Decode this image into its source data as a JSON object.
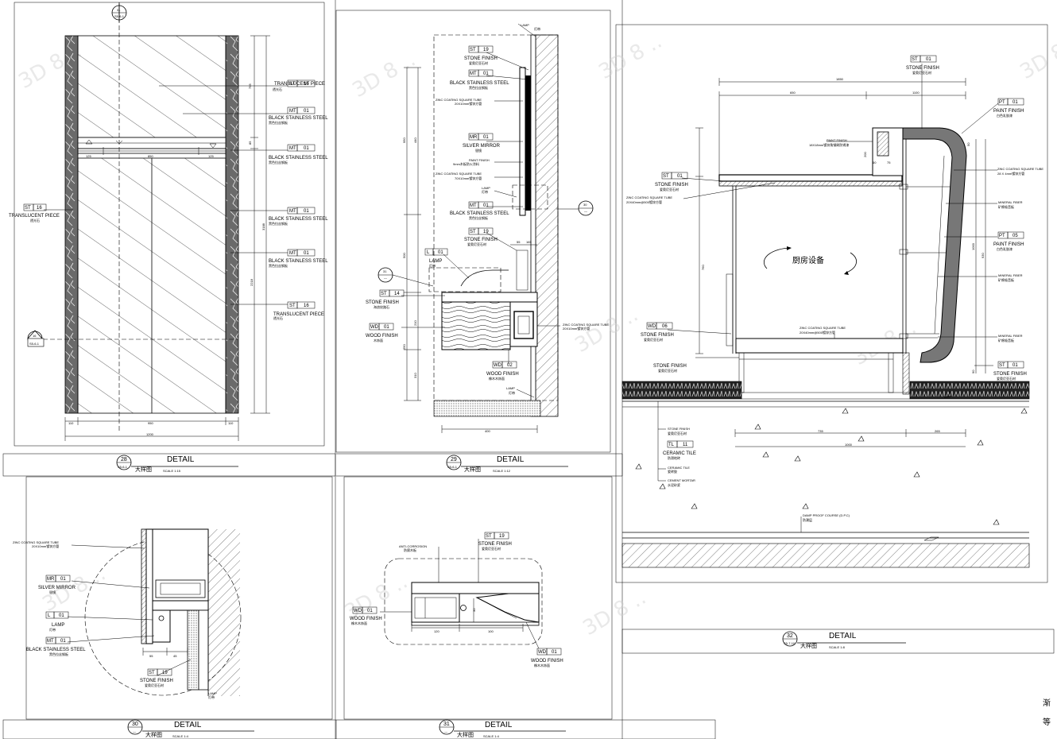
{
  "watermark": "3D 8 ..",
  "side_mark": [
    "渐",
    "等"
  ],
  "details": {
    "d28": {
      "num": "28",
      "sub": "S5-6-1",
      "cn": "大样图",
      "title": "DETAIL",
      "scale": "SCALE 1:15"
    },
    "d29": {
      "num": "29",
      "sub": "S5-6-1",
      "cn": "大样图",
      "title": "DETAIL",
      "scale": "SCALE 1:12"
    },
    "d30": {
      "num": "30",
      "sub": "—",
      "cn": "大样图",
      "title": "DETAIL",
      "scale": "SCALE 1:4"
    },
    "d31": {
      "num": "31",
      "sub": "—",
      "cn": "大样图",
      "title": "DETAIL",
      "scale": "SCALE 1:4"
    },
    "d32": {
      "num": "32",
      "sub": "S5-7-10",
      "cn": "大样图",
      "title": "DETAIL",
      "scale": "SCALE 1:8"
    }
  },
  "sec_markers": {
    "top28": {
      "num": "31",
      "sub": "S5-6-1"
    },
    "left28": {
      "num": "16",
      "sub": "S5-6-1"
    },
    "m29": {
      "num": "31",
      "sub": "—"
    },
    "m30": {
      "num": "30",
      "sub": "—"
    }
  },
  "labels28": {
    "l1": {
      "code": "ST",
      "no": "16",
      "en": "TRANSLUCENT PIECE",
      "cn": "透光石"
    },
    "l2": {
      "code": "MT",
      "no": "01",
      "en": "BLACK STAINLESS STEEL",
      "cn": "黑色拉丝钢板"
    },
    "l3": {
      "code": "MT",
      "no": "01",
      "en": "BLACK STAINLESS STEEL",
      "cn": "黑色拉丝钢板"
    },
    "l4": {
      "code": "MT",
      "no": "01",
      "en": "BLACK STAINLESS STEEL",
      "cn": "黑色拉丝钢板"
    },
    "l5": {
      "code": "MT",
      "no": "01",
      "en": "BLACK STAINLESS STEEL",
      "cn": "黑色拉丝钢板"
    },
    "l6": {
      "code": "ST",
      "no": "16",
      "en": "TRANSLUCENT PIECE",
      "cn": "透光石"
    },
    "left": {
      "code": "ST",
      "no": "16",
      "en": "TRANSLUCENT PIECE",
      "cn": "透光石"
    }
  },
  "dims28": {
    "d795": "795",
    "d85": "85",
    "d3188": "3188",
    "d2218": "2218",
    "d125a": "125",
    "d850": "850",
    "d125b": "125",
    "d110a": "110",
    "d950": "950",
    "d110b": "110",
    "d1200": "1200"
  },
  "labels29": {
    "lamp_top": {
      "en": "LAMP",
      "cn": "灯带"
    },
    "stone1": {
      "code": "ST",
      "no": "19",
      "en": "STONE FINISH",
      "cn": "爱奥尼亚石材"
    },
    "mt1": {
      "code": "MT",
      "no": "01",
      "en": "BLACK STAINLESS STEEL",
      "cn": "黑色拉丝钢板"
    },
    "zinc1": {
      "en": "ZINC COATING SQUARE TUBE",
      "cn": "20X10mm镀锌方管"
    },
    "mr": {
      "code": "MR",
      "no": "01",
      "en": "SILVER MIRROR",
      "cn": "银镜"
    },
    "paint": {
      "en": "PAINT FINISH",
      "cn": "9mm木板防火涂料"
    },
    "zinc2": {
      "en": "ZINC COATING SQUARE TUBE",
      "cn": "70X10mm镀锌方管"
    },
    "lamp2": {
      "en": "LAMP",
      "cn": "灯带"
    },
    "mt2": {
      "code": "MT",
      "no": "01",
      "en": "BLACK STAINLESS STEEL",
      "cn": "黑色拉丝钢板"
    },
    "stone2": {
      "code": "ST",
      "no": "19",
      "en": "STONE FINISH",
      "cn": "爱奥尼亚石材"
    },
    "lamp3": {
      "code": "L",
      "no": "01",
      "en": "LAMP",
      "cn": "灯带"
    },
    "stone3": {
      "code": "ST",
      "no": "14",
      "en": "STONE FINISH",
      "cn": "海浪纹路石"
    },
    "wood1": {
      "code": "WD",
      "no": "01",
      "en": "WOOD FINISH",
      "cn": "木饰面"
    },
    "zinc3": {
      "en": "ZINC COATING SQUARE TUBE",
      "cn": "20X10mm镀锌方管"
    },
    "wood2": {
      "code": "WD",
      "no": "02",
      "en": "WOOD FINISH",
      "cn": "橡木木饰面"
    },
    "lamp4": {
      "en": "LAMP",
      "cn": "灯带"
    }
  },
  "dims29": {
    "d950": "950",
    "d440": "440",
    "d500": "500",
    "d210": "210",
    "d250": "250",
    "d310": "310",
    "d55": "55",
    "d165": "165",
    "d400": "400"
  },
  "labels30": {
    "zinc": {
      "en": "ZINC COATING SQUARE TUBE",
      "cn": "20X10mm镀锌方管"
    },
    "mr": {
      "code": "MR",
      "no": "01",
      "en": "SILVER MIRROR",
      "cn": "银镜"
    },
    "lamp": {
      "code": "L",
      "no": "01",
      "en": "LAMP",
      "cn": "灯带"
    },
    "mt": {
      "code": "MT",
      "no": "01",
      "en": "BLACK STAINLESS STEEL",
      "cn": "黑色拉丝钢板"
    },
    "stone": {
      "code": "ST",
      "no": "19",
      "en": "STONE FINISH",
      "cn": "爱奥尼亚石材"
    },
    "lamp_b": {
      "en": "LAMP",
      "cn": "灯带"
    }
  },
  "dims30": {
    "d55": "55",
    "d45": "45"
  },
  "labels31": {
    "anti": {
      "en": "ANTI-CORROSION",
      "cn": "防腐木板"
    },
    "stone": {
      "code": "ST",
      "no": "19",
      "en": "STONE FINISH",
      "cn": "爱奥尼亚石材"
    },
    "wood1": {
      "code": "WD",
      "no": "01",
      "en": "WOOD FINISH",
      "cn": "橡木木饰面"
    },
    "wood2": {
      "code": "WD",
      "no": "01",
      "en": "WOOD FINISH",
      "cn": "橡木木饰面"
    }
  },
  "dims31": {
    "d120": "120",
    "d100": "100",
    "d30": "30"
  },
  "labels32": {
    "st_top": {
      "code": "ST",
      "no": "01",
      "en": "STONE FINISH",
      "cn": "爱奥尼亚石材"
    },
    "pt1": {
      "code": "PT",
      "no": "01",
      "en": "PAINT FINISH",
      "cn": "白色乳胶漆"
    },
    "paint_in": {
      "en": "PAINT FINISH",
      "cn": "18X18mm镀锌角钢刷防锈漆"
    },
    "zinc_r": {
      "en": "ZINC COATING SQUARE TUBE",
      "cn": "28 X 4mm镀锌方管"
    },
    "st_left": {
      "code": "ST",
      "no": "01",
      "en": "STONE FINISH",
      "cn": "爱奥尼亚石材"
    },
    "zinc_l": {
      "en": "ZINC COATING SQUARE TUBE",
      "cn": "20X40mm@500镀锌方管"
    },
    "mineral1": {
      "en": "MINERAL FIBER",
      "cn": "矿棉吸音板"
    },
    "pt2": {
      "code": "PT",
      "no": "05",
      "en": "PAINT FINISH",
      "cn": "白色乳胶漆"
    },
    "mineral2": {
      "en": "MINERAL FIBER",
      "cn": "矿棉吸音板"
    },
    "center_cn": "厨房设备",
    "zinc_m": {
      "en": "ZINC COATING SQUARE TUBE",
      "cn": "20X40mm@500镀锌方管"
    },
    "wd": {
      "code": "WD",
      "no": "06",
      "en": "STONE FINISH",
      "cn": "爱奥尼亚石材"
    },
    "st_b": {
      "en": "STONE FINISH",
      "cn": "爱奥尼亚石材"
    },
    "mineral3": {
      "en": "MINERAL FIBER",
      "cn": "矿棉吸音板"
    },
    "st_r": {
      "code": "ST",
      "no": "01",
      "en": "STONE FINISH",
      "cn": "爱奥尼亚石材"
    },
    "stone_bl": {
      "en": "STONE FINISH",
      "cn": "爱奥尼亚石材"
    },
    "tl": {
      "code": "TL",
      "no": "11",
      "en": "CERAMIC TILE",
      "cn": "防滑地砖"
    },
    "tile_adh": {
      "en": "CERAMIC TILE",
      "cn": "瓷砖胶"
    },
    "mortar": {
      "en": "CEMENT MORTAR",
      "cn": "水泥砂浆"
    },
    "dpc": {
      "en": "DAMP PROOF COURSE (D.P.C)",
      "cn": "防潮层"
    }
  },
  "dims32": {
    "d1850": "1850",
    "d650": "650",
    "d1100": "1100",
    "d200": "200",
    "d60": "60",
    "d75": "75",
    "d50": "50",
    "d1000": "1000",
    "d930": "930",
    "d760": "760",
    "d1020": "1020",
    "d90": "90",
    "d20": "20",
    "d735": "735",
    "d265": "265",
    "d1000b": "1000"
  }
}
